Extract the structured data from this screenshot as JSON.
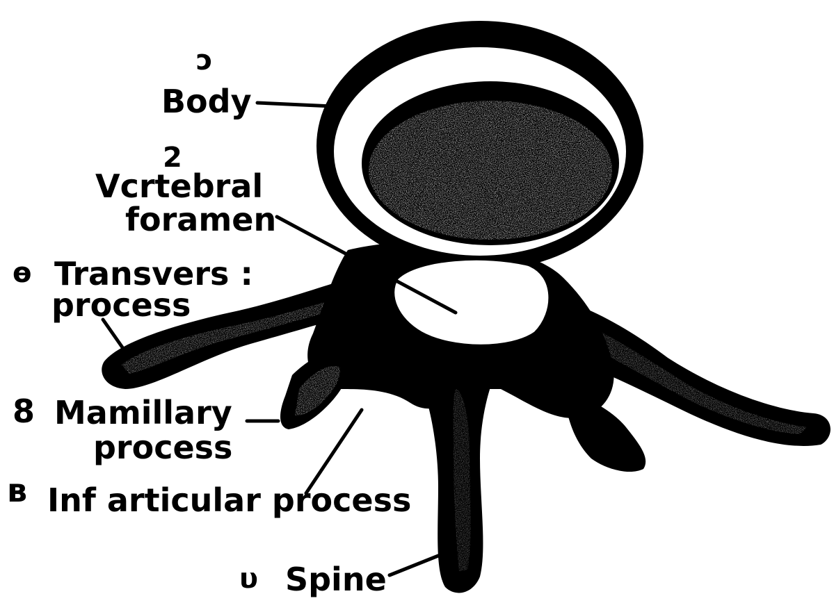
{
  "figure": {
    "labels": {
      "body": "Body",
      "vertebral_foramen_line1": "Vcrtebral",
      "vertebral_foramen_line2": "foramen",
      "transverse_process_line1": "Transvers :",
      "transverse_process_line2": "process",
      "mamillary_process_line1": "Mamillary",
      "mamillary_process_line2": "process",
      "inf_articular_process": "Inf articular process",
      "spine": "Spine"
    },
    "marks": {
      "body": "ɔ",
      "vertebral_foramen": "2",
      "transverse_process": "ɵ",
      "mamillary_process": "8",
      "inf_articular_process": "ʙ",
      "spine": "υ"
    }
  }
}
